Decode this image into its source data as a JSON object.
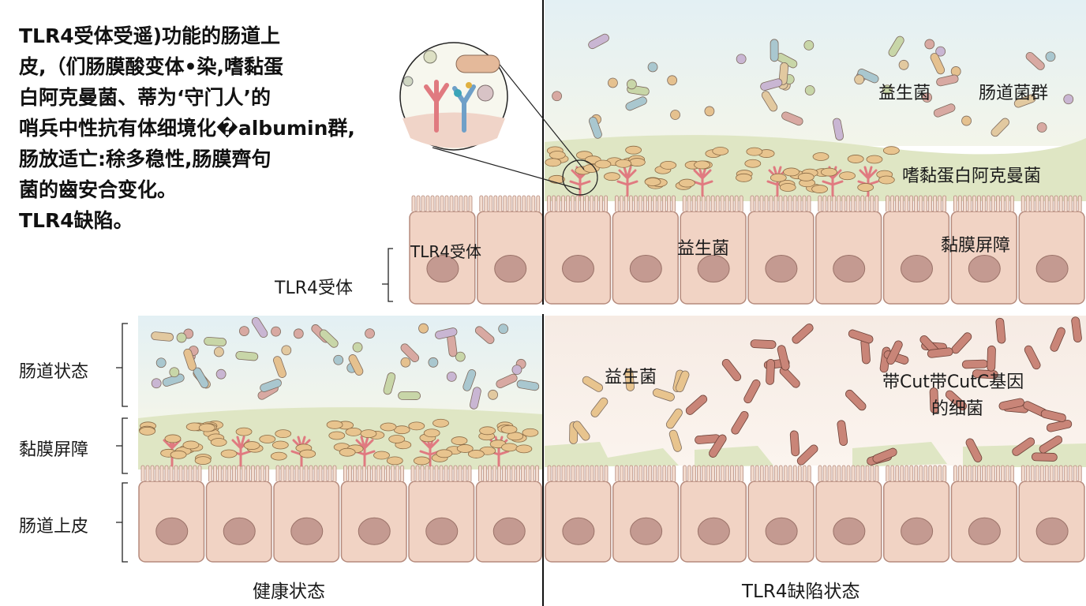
{
  "intro_text": [
    "TLR4受体受遥)功能的肠道上",
    "皮,（们肠膜酸变体•染,嗜黏蛋",
    "白阿克曼菌、蒂为‘守门人’的",
    "哨兵中性抗有体细境化�albumin群,",
    "肠放适亡:稌多稳性,肠膜齊句",
    "菌的齒安合变化。",
    "TLR4缺陷。"
  ],
  "left_brackets": {
    "tlr4_receptor": "TLR4受体",
    "gut_state": "肠道状态",
    "mucosal_barrier": "黏膜屏障",
    "epithelium": "肠道上皮"
  },
  "top_panel": {
    "tlr4_receptor": "TLR4受体",
    "probiotics_center": "益生菌",
    "mucosal_barrier": "黏膜屏障",
    "probiotics": "益生菌",
    "gut_microbiota": "肠道菌群",
    "akkermansia": "嗜黏蛋白阿克曼菌"
  },
  "bottom_right": {
    "probiotics": "益生菌",
    "cutc_bacteria_line1": "带Cut带CutC基因",
    "cutc_bacteria_line2": "的细菌"
  },
  "captions": {
    "healthy": "健康状态",
    "deficient": "TLR4缺陷状态"
  },
  "colors": {
    "lumen": "#e6f1f4",
    "mucus": "#dfe6c4",
    "cell": "#f1d3c4",
    "cell_border": "#b58a7c",
    "nucleus": "#c49a91",
    "receptor": "#e07a80",
    "harmful_bacteria": "#c98578",
    "divider": "#111111"
  }
}
